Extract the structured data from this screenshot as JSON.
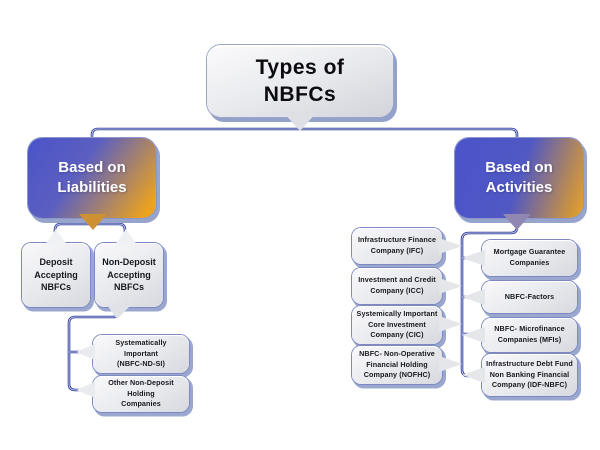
{
  "diagram": {
    "title": "Types of\nNBFCs",
    "branch_liabilities": "Based on\nLiabilities",
    "branch_activities": "Based on\nActivities",
    "liabilities_children": [
      "Deposit\nAccepting\nNBFCs",
      "Non-Deposit\nAccepting\nNBFCs"
    ],
    "non_deposit_children": [
      "Systematically\nImportant\n(NBFC-ND-SI)",
      "Other Non-Deposit\nHolding\nCompanies"
    ],
    "activities_left": [
      "Infrastructure Finance\nCompany (IFC)",
      "Investment and Credit\nCompany (ICC)",
      "Systemically Important\nCore Investment\nCompany (CIC)",
      "NBFC- Non-Operative\nFinancial Holding\nCompany (NOFHC)"
    ],
    "activities_right": [
      "Mortgage Guarantee\nCompanies",
      "NBFC-Factors",
      "NBFC- Microfinance\nCompanies (MFIs)",
      "Infrastructure Debt Fund\nNon Banking Financial\nCompany (IDF-NBFC)"
    ],
    "colors": {
      "gradient_blue": "#4a54c9",
      "gradient_orange": "#eaa21f",
      "connector_navy": "#2d3892",
      "connector_highlight": "#b9c4ef",
      "box_fill": "#e9eaee",
      "box_outline": "#7d89c0"
    }
  }
}
